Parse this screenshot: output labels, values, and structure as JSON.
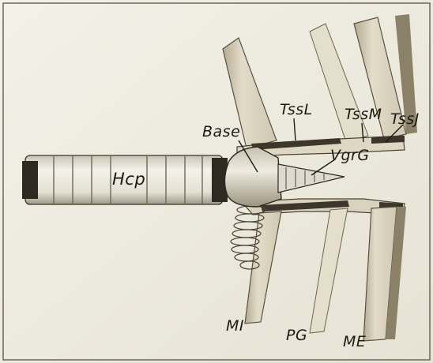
{
  "labels": {
    "tssL": "TssL",
    "tssM": "TssM",
    "tssJ": "TssJ",
    "base": "Base",
    "vgrG": "VgrG",
    "hcp": "Hcp",
    "mi": "MI",
    "pg": "PG",
    "me": "ME"
  },
  "colors": {
    "paper": "#efece1",
    "membrane": "#d8d1bc",
    "membrane_dark": "#6e6550",
    "band": "#3a3428",
    "tube": "#e9e6dc",
    "tube_shadow": "#a09a88",
    "outline": "#2a261e"
  }
}
